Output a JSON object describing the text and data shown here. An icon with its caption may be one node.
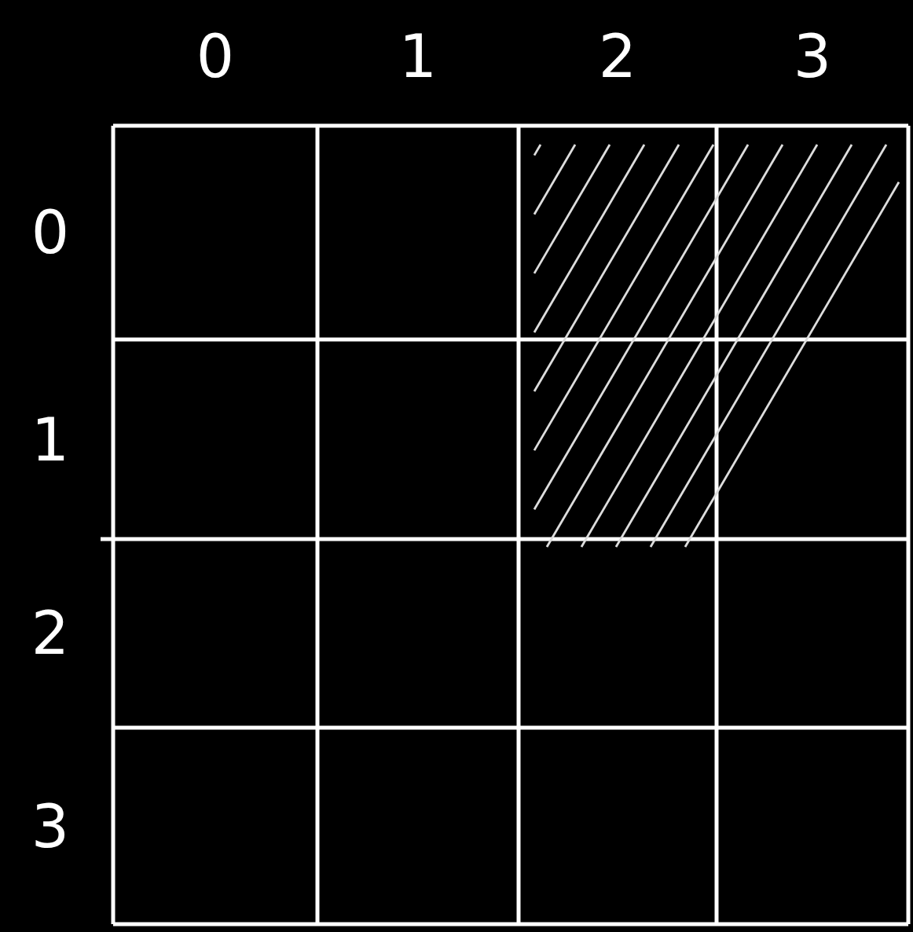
{
  "diagram": {
    "labels": [
      "0",
      "1",
      "2",
      "3",
      "0",
      "1",
      "2",
      "3"
    ]
  }
}
